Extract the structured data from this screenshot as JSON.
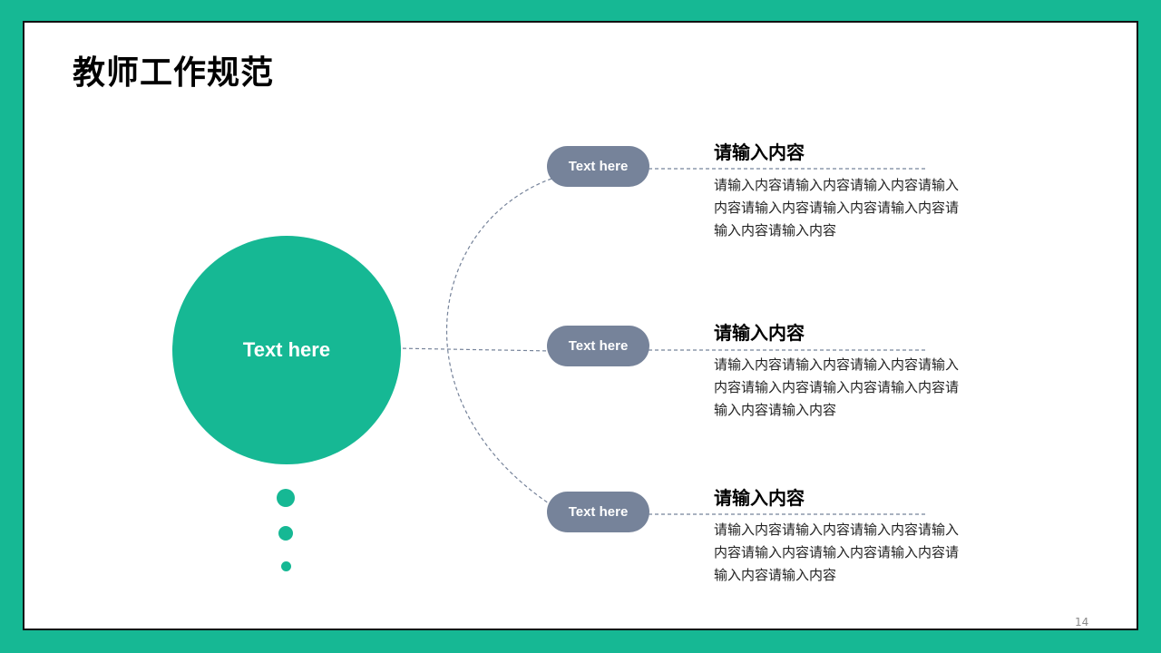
{
  "slide": {
    "title": "教师工作规范",
    "page_number": "14"
  },
  "center": {
    "label": "Text here"
  },
  "items": [
    {
      "pill": "Text here",
      "heading": "请输入内容",
      "body": "请输入内容请输入内容请输入内容请输入内容请输入内容请输入内容请输入内容请输入内容请输入内容"
    },
    {
      "pill": "Text here",
      "heading": "请输入内容",
      "body": "请输入内容请输入内容请输入内容请输入内容请输入内容请输入内容请输入内容请输入内容请输入内容"
    },
    {
      "pill": "Text here",
      "heading": "请输入内容",
      "body": "请输入内容请输入内容请输入内容请输入内容请输入内容请输入内容请输入内容请输入内容请输入内容"
    }
  ],
  "colors": {
    "accent": "#16b894",
    "pill": "#76839a",
    "connector": "#76839a"
  }
}
